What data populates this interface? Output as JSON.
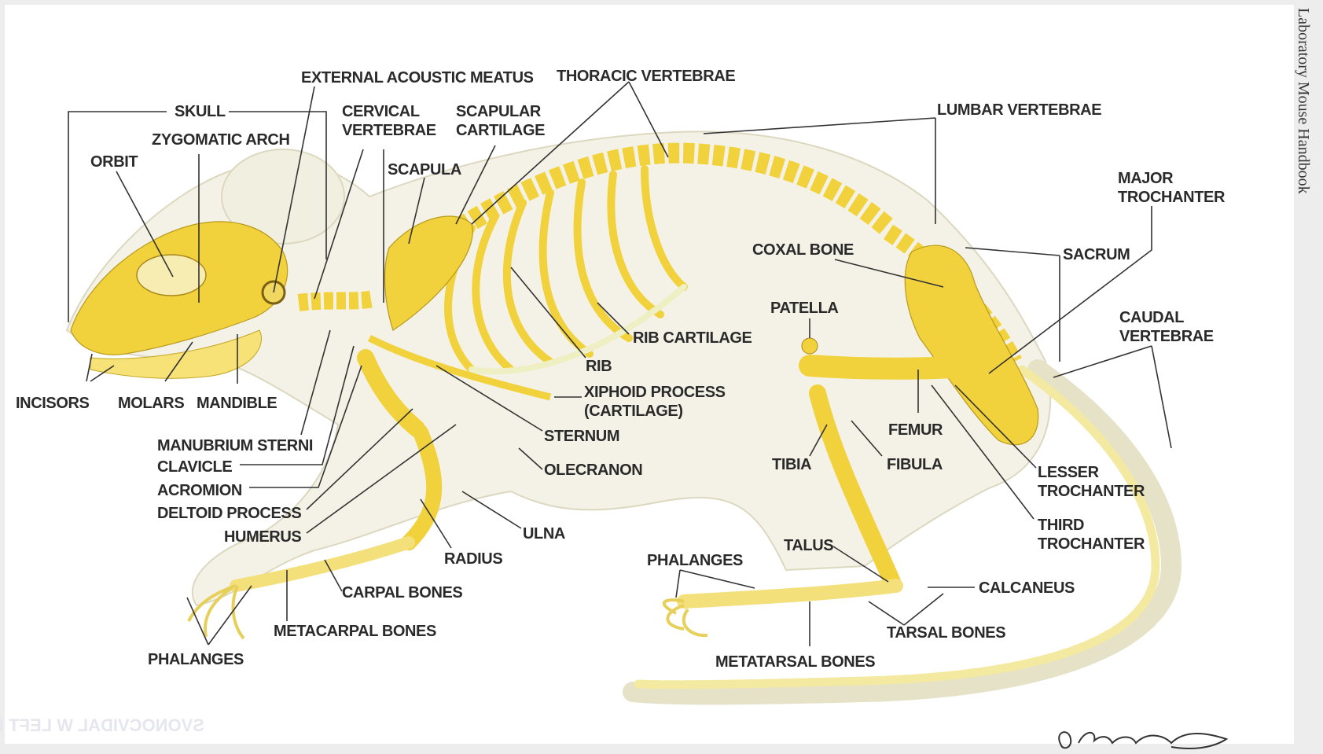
{
  "side_title": "Laboratory Mouse Handbook",
  "signature": "G. Constantinescu",
  "mirrored_text": "SVONOCVIDAL W LEFT MEDIAL DORSAL",
  "colors": {
    "bone": "#f1d23c",
    "bone_light": "#f6e277",
    "body_outline": "#ece8d6",
    "cartilage": "#eef0c4",
    "label": "#2a2a2a",
    "leader": "#333333"
  },
  "labels": {
    "external_acoustic_meatus": "EXTERNAL ACOUSTIC MEATUS",
    "thoracic_vertebrae": "THORACIC VERTEBRAE",
    "lumbar_vertebrae": "LUMBAR VERTEBRAE",
    "skull": "SKULL",
    "cervical_1": "CERVICAL",
    "cervical_2": "VERTEBRAE",
    "scapular_cartilage_1": "SCAPULAR",
    "scapular_cartilage_2": "CARTILAGE",
    "zygomatic_arch": "ZYGOMATIC ARCH",
    "orbit": "ORBIT",
    "scapula": "SCAPULA",
    "major_trochanter_1": "MAJOR",
    "major_trochanter_2": "TROCHANTER",
    "coxal_bone": "COXAL BONE",
    "sacrum": "SACRUM",
    "patella": "PATELLA",
    "caudal_vertebrae_1": "CAUDAL",
    "caudal_vertebrae_2": "VERTEBRAE",
    "rib_cartilage": "RIB CARTILAGE",
    "rib": "RIB",
    "xiphoid_1": "XIPHOID PROCESS",
    "xiphoid_2": "(CARTILAGE)",
    "incisors": "INCISORS",
    "molars": "MOLARS",
    "mandible": "MANDIBLE",
    "femur": "FEMUR",
    "sternum": "STERNUM",
    "manubrium_sterni": "MANUBRIUM STERNI",
    "tibia": "TIBIA",
    "fibula": "FIBULA",
    "clavicle": "CLAVICLE",
    "olecranon": "OLECRANON",
    "lesser_trochanter_1": "LESSER",
    "lesser_trochanter_2": "TROCHANTER",
    "acromion": "ACROMION",
    "deltoid_process": "DELTOID PROCESS",
    "third_trochanter_1": "THIRD",
    "third_trochanter_2": "TROCHANTER",
    "humerus": "HUMERUS",
    "ulna": "ULNA",
    "radius": "RADIUS",
    "phalanges_hind": "PHALANGES",
    "talus": "TALUS",
    "calcaneus": "CALCANEUS",
    "carpal_bones": "CARPAL BONES",
    "metacarpal_bones": "METACARPAL BONES",
    "tarsal_bones": "TARSAL BONES",
    "phalanges_fore": "PHALANGES",
    "metatarsal_bones": "METATARSAL BONES"
  }
}
